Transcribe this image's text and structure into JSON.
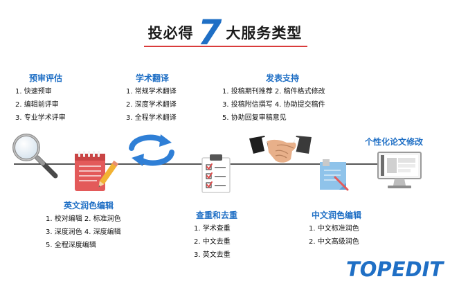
{
  "title": {
    "prefix": "投必得",
    "number": "7",
    "suffix": "大服务类型"
  },
  "blocks": {
    "review": {
      "title": "预审评估",
      "items": [
        "1. 快速预审",
        "2. 编辑前评审",
        "3. 专业学术评审"
      ]
    },
    "translation": {
      "title": "学术翻译",
      "items": [
        "1. 常规学术翻译",
        "2. 深度学术翻译",
        "3. 全程学术翻译"
      ]
    },
    "publication": {
      "title": "发表支持",
      "items": [
        "1. 投稿期刊推荐  2. 稿件格式修改",
        "3. 投稿附信撰写  4. 协助提交稿件",
        "5. 协助回复审稿意见"
      ]
    },
    "custom": {
      "title": "个性化论文修改"
    },
    "english_editing": {
      "title": "英文润色编辑",
      "items": [
        "1. 校对编辑  2. 标准润色",
        "3. 深度润色  4. 深度编辑",
        "5. 全程深度编辑"
      ]
    },
    "plagiarism": {
      "title": "查重和去重",
      "items": [
        "1. 学术查重",
        "2. 中文去重",
        "3. 英文去重"
      ]
    },
    "chinese_editing": {
      "title": "中文润色编辑",
      "items": [
        "1. 中文标准润色",
        "2. 中文高级润色"
      ]
    }
  },
  "brand": {
    "name": "TOPEDIT"
  },
  "icons": [
    "magnifier-icon",
    "notepad-pencil-icon",
    "circular-arrows-icon",
    "checklist-clipboard-icon",
    "handshake-icon",
    "sticky-note-icon",
    "monitor-icon"
  ],
  "colors": {
    "accent": "#1f6fc5",
    "underline": "#d93b3b",
    "notepad": "#e35a5a",
    "pencil": "#f2b233"
  }
}
